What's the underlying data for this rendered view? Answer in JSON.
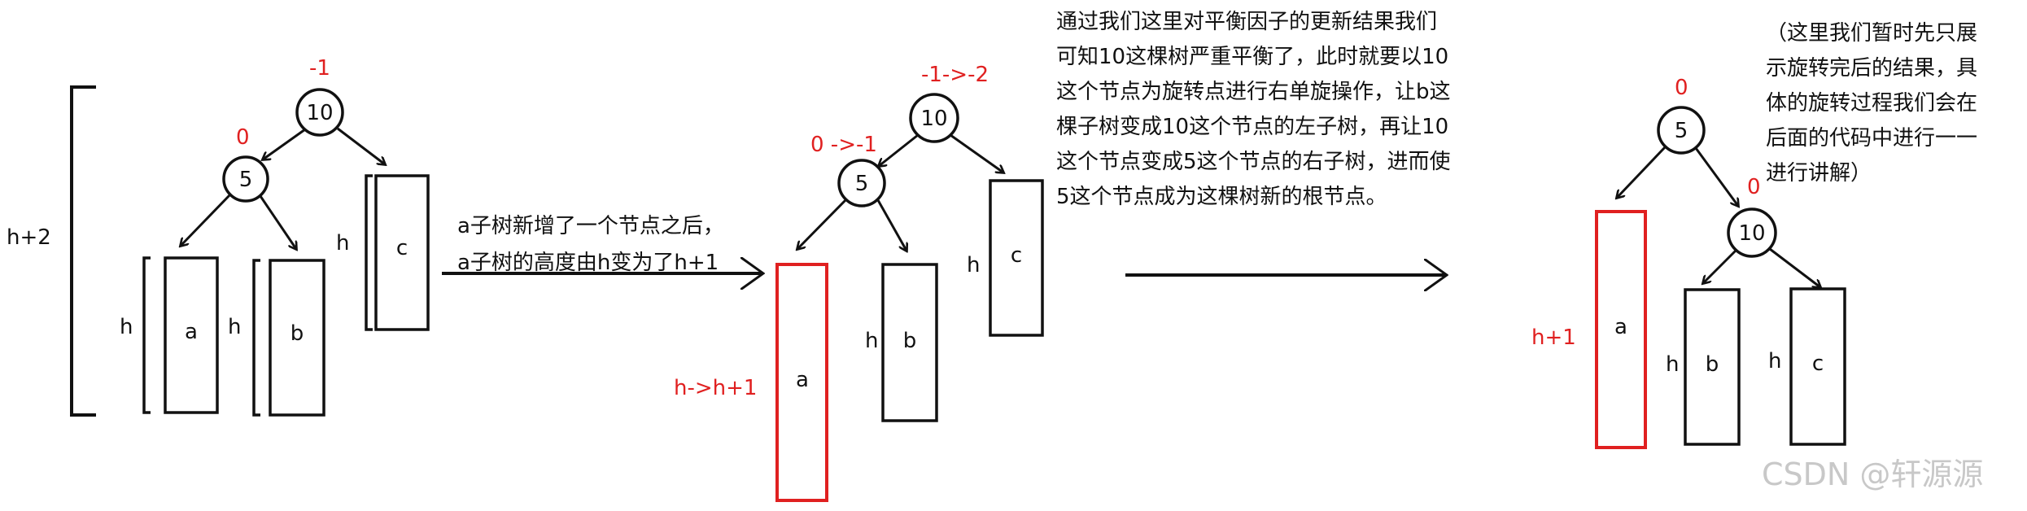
{
  "scene1": {
    "height_label": "h+2",
    "root": {
      "label": "10",
      "bf": "-1"
    },
    "left": {
      "label": "5",
      "bf": "0"
    },
    "subtrees": [
      {
        "name": "a",
        "height": "h"
      },
      {
        "name": "b",
        "height": "h"
      },
      {
        "name": "c",
        "height": "h"
      }
    ]
  },
  "caption1": [
    "a子树新增了一个节点之后，",
    "a子树的高度由h变为了h+1"
  ],
  "scene2": {
    "root": {
      "label": "10",
      "bf": "-1->-2"
    },
    "left": {
      "label": "5",
      "bf": "0 ->-1"
    },
    "subtrees": [
      {
        "name": "a",
        "height": "h->h+1"
      },
      {
        "name": "b",
        "height": "h"
      },
      {
        "name": "c",
        "height": "h"
      }
    ]
  },
  "explanation": [
    "通过我们这里对平衡因子的更新结果我们",
    "可知10这棵树严重平衡了，此时就要以10",
    "这个节点为旋转点进行右单旋操作，让b这",
    "棵子树变成10这个节点的左子树，再让10",
    "这个节点变成5这个节点的右子树，进而使",
    "5这个节点成为这棵树新的根节点。"
  ],
  "scene3": {
    "root": {
      "label": "5",
      "bf": "0"
    },
    "right": {
      "label": "10",
      "bf": "0"
    },
    "subtrees": [
      {
        "name": "a",
        "height": "h+1"
      },
      {
        "name": "b",
        "height": "h"
      },
      {
        "name": "c",
        "height": "h"
      }
    ]
  },
  "note": [
    "（这里我们暂时先只展",
    "示旋转完后的结果，具",
    "体的旋转过程我们会在",
    "后面的代码中进行一一",
    "进行讲解）"
  ],
  "watermark": "CSDN @轩源源",
  "colors": {
    "ink": "#111111",
    "highlight": "#e02020"
  }
}
